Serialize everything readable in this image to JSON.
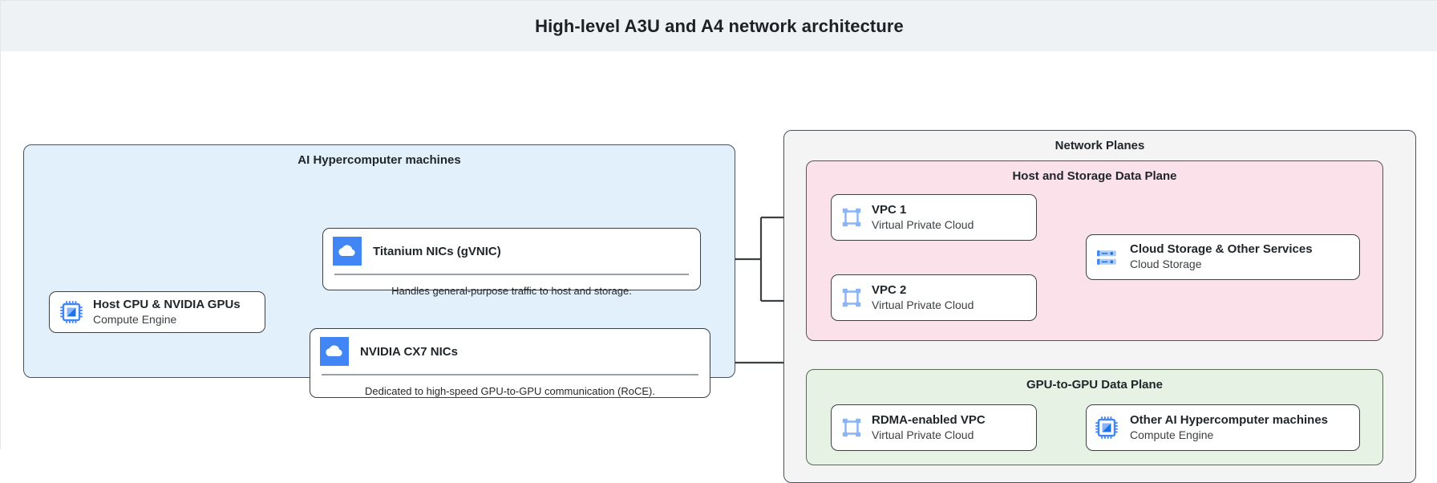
{
  "header": {
    "title": "High-level A3U and A4 network architecture"
  },
  "groups": {
    "machines": {
      "title": "AI Hypercomputer machines"
    },
    "planes": {
      "title": "Network Planes"
    },
    "host_storage_plane": {
      "title": "Host and Storage Data Plane"
    },
    "gpu_plane": {
      "title": "GPU-to-GPU Data Plane"
    }
  },
  "nodes": {
    "host": {
      "title": "Host CPU & NVIDIA GPUs",
      "subtitle": "Compute Engine",
      "icon": "chip-icon"
    },
    "titanium": {
      "title": "Titanium NICs (gVNIC)",
      "caption": "Handles general-purpose traffic to host and storage.",
      "icon": "cloud-icon"
    },
    "cx7": {
      "title": "NVIDIA CX7 NICs",
      "caption": "Dedicated to high-speed GPU-to-GPU communication (RoCE).",
      "icon": "cloud-icon"
    },
    "vpc1": {
      "title": "VPC 1",
      "subtitle": "Virtual Private Cloud",
      "icon": "vpc-icon"
    },
    "vpc2": {
      "title": "VPC 2",
      "subtitle": "Virtual Private Cloud",
      "icon": "vpc-icon"
    },
    "storage": {
      "title": "Cloud Storage & Other Services",
      "subtitle": "Cloud Storage",
      "icon": "storage-icon"
    },
    "rdma": {
      "title": "RDMA-enabled VPC",
      "subtitle": "Virtual Private Cloud",
      "icon": "vpc-icon"
    },
    "other_machines": {
      "title": "Other AI Hypercomputer machines",
      "subtitle": "Compute Engine",
      "icon": "chip-icon"
    }
  },
  "colors": {
    "header_bg": "#eef2f4",
    "machines_bg": "#e2f0fb",
    "planes_bg": "#f4f4f4",
    "host_plane_bg": "#fbe1e9",
    "gpu_plane_bg": "#e6f2e4",
    "icon_blue": "#4285f4",
    "icon_blue_light": "#8ab4f8",
    "stroke": "#3c4043",
    "text": "#1f2529"
  }
}
